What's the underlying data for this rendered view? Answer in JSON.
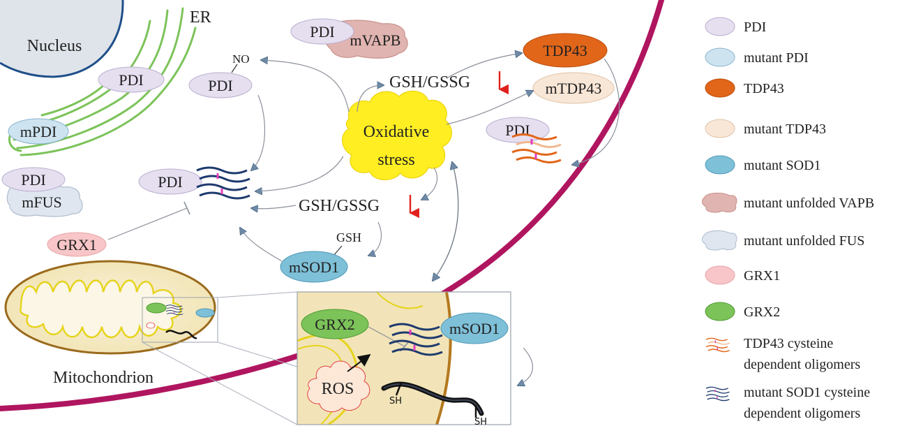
{
  "labels": {
    "nucleus": "Nucleus",
    "er": "ER",
    "mitochondrion": "Mitochondrion",
    "pdi_er": "PDI",
    "mpdi": "mPDI",
    "pdi_fus": "PDI",
    "mfus": "mFUS",
    "no_pdi": "PDI",
    "no": "NO",
    "pdi_center": "PDI",
    "grx1": "GRX1",
    "pdi_vapb": "PDI",
    "mvapb": "mVAPB",
    "gsh_gssg_top": "GSH/GSSG",
    "gsh_gssg_mid": "GSH/GSSG",
    "oxidative_1": "Oxidative",
    "oxidative_2": "stress",
    "tdp43": "TDP43",
    "mtdp43": "mTDP43",
    "pdi_right": "PDI",
    "gsh": "GSH",
    "msod1": "mSOD1",
    "grx2": "GRX2",
    "ros": "ROS",
    "msod1_inset": "mSOD1",
    "sh_1": "SH",
    "sh_2": "SH"
  },
  "legend": [
    {
      "label": "PDI",
      "symbol": "ellipse",
      "fill": "#e6dff0",
      "stroke": "#b9aed0"
    },
    {
      "label": "mutant PDI",
      "symbol": "ellipse",
      "fill": "#cde4f0",
      "stroke": "#8ab4d0"
    },
    {
      "label": "TDP43",
      "symbol": "ellipse",
      "fill": "#e2661a",
      "stroke": "#b84a0a"
    },
    {
      "label": "mutant TDP43",
      "symbol": "ellipse",
      "fill": "#f8e6d6",
      "stroke": "#e0c2a6"
    },
    {
      "label": "mutant SOD1",
      "symbol": "ellipse",
      "fill": "#7ec0d8",
      "stroke": "#4f98b6"
    },
    {
      "label": "mutant unfolded VAPB",
      "symbol": "blob",
      "fill": "#e0b4b0",
      "stroke": "#c9928c"
    },
    {
      "label": "mutant unfolded FUS",
      "symbol": "blob",
      "fill": "#dfe6f0",
      "stroke": "#aebccd"
    },
    {
      "label": "GRX1",
      "symbol": "ellipse",
      "fill": "#f8c6c8",
      "stroke": "#e8a4a6"
    },
    {
      "label": "GRX2",
      "symbol": "ellipse",
      "fill": "#7cc35a",
      "stroke": "#4f9a32"
    },
    {
      "label": "TDP43 cysteine",
      "label2": "dependent oligomers",
      "symbol": "oligomer-orange"
    },
    {
      "label": "mutant  SOD1 cysteine",
      "label2": "dependent oligomers",
      "symbol": "oligomer-blue"
    }
  ],
  "colors": {
    "pdi": "#e6dff0",
    "mutant_pdi": "#cde4f0",
    "tdp43": "#e2661a",
    "mutant_tdp43": "#f8e6d6",
    "mutant_sod1": "#7ec0d8",
    "grx1": "#f8c6c8",
    "grx2": "#7cc35a",
    "cell_membrane": "#b0155f",
    "oxidative_stress": "#ffee22",
    "er_green": "#7cc35a",
    "mito_fill": "#f0e2b4",
    "decrease_arrow": "#e0201c"
  }
}
